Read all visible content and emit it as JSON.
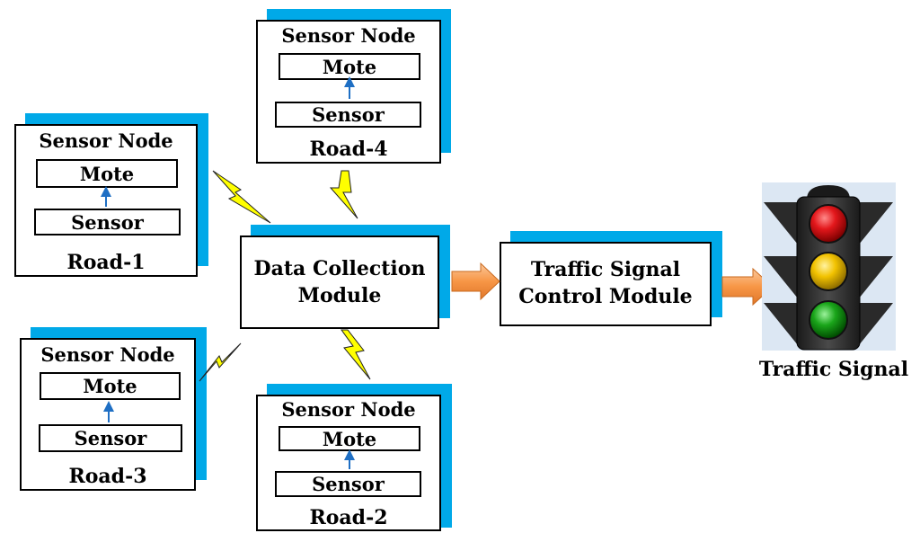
{
  "node": {
    "title": "Sensor Node",
    "mote": "Mote",
    "sensor": "Sensor"
  },
  "roads": {
    "r1": "Road-1",
    "r2": "Road-2",
    "r3": "Road-3",
    "r4": "Road-4"
  },
  "data_collection": {
    "line1": "Data Collection",
    "line2": "Module"
  },
  "traffic_control": {
    "line1": "Traffic Signal",
    "line2": "Control Module"
  },
  "traffic_signal": {
    "label": "Traffic Signal"
  },
  "colors": {
    "shadow": "#00a9e8",
    "arrow_fill": "#f79646",
    "lightning": "#ffff00",
    "red_light": "#e3171b",
    "amber_light": "#f2c200",
    "green_light": "#1aa51a",
    "mote_arrow": "#1f6fc4"
  }
}
